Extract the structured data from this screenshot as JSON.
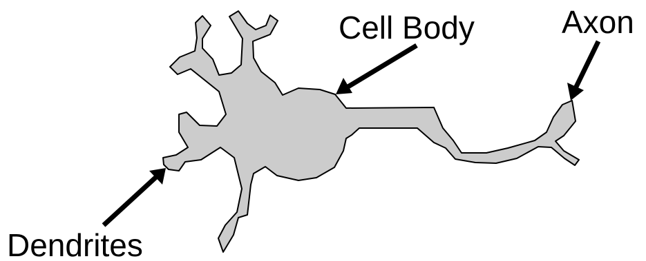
{
  "labels": {
    "cell_body": "Cell Body",
    "axon": "Axon",
    "dendrites": "Dendrites"
  },
  "colors": {
    "cell_fill": "#cccccc",
    "outline": "#000000",
    "arrow": "#000000",
    "background": "#ffffff"
  }
}
